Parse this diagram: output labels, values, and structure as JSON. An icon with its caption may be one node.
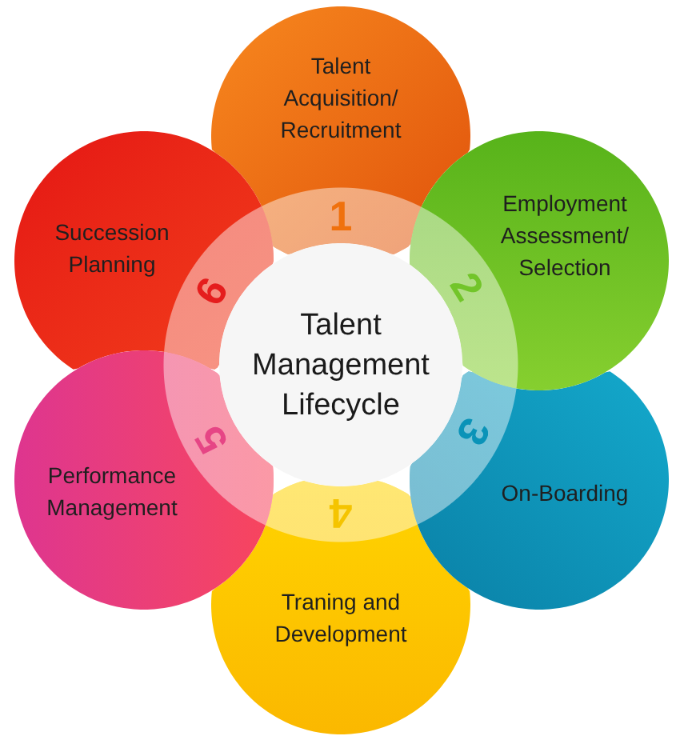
{
  "diagram": {
    "nodes": [
      {
        "text": [
          "Talent Management Lifecycle"
        ]
      },
      {
        "text": [
          "Talent Acquisition/ Recruitment"
        ]
      },
      {
        "text": [
          "Employment Assessment/ Selection"
        ]
      },
      {
        "text": [
          "On-Boarding"
        ]
      },
      {
        "text": [
          "Traning and Development"
        ]
      },
      {
        "text": [
          "Performance Management"
        ]
      },
      {
        "text": [
          "Succession Planning"
        ]
      }
    ],
    "labels": [
      "1",
      "2",
      "3",
      "4",
      "5",
      "6"
    ]
  }
}
